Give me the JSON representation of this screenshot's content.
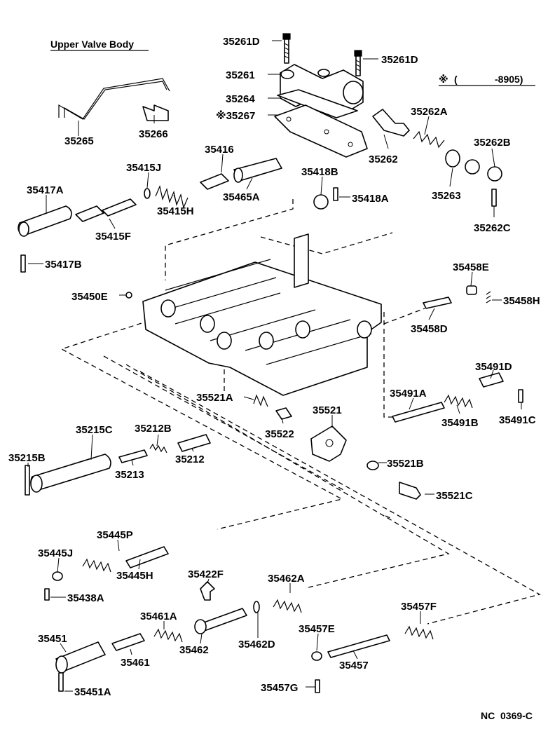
{
  "title": "Upper Valve Body",
  "note": {
    "symbol": "※",
    "open": "(",
    "range": "-8905)"
  },
  "ref_code": "NC  0369-C",
  "labels": {
    "p35261D_a": "35261D",
    "p35261D_b": "35261D",
    "p35261": "35261",
    "p35264": "35264",
    "p35267": "※35267",
    "p35262A": "35262A",
    "p35262": "35262",
    "p35262B": "35262B",
    "p35263": "35263",
    "p35262C": "35262C",
    "p35265": "35265",
    "p35266": "35266",
    "p35416": "35416",
    "p35415J": "35415J",
    "p35417A": "35417A",
    "p35465A": "35465A",
    "p35415H": "35415H",
    "p35415F": "35415F",
    "p35418B": "35418B",
    "p35418A": "35418A",
    "p35417B": "35417B",
    "p35458E": "35458E",
    "p35458H": "35458H",
    "p35450E": "35450E",
    "p35458D": "35458D",
    "p35491D": "35491D",
    "p35521A": "35521A",
    "p35491A": "35491A",
    "p35521": "35521",
    "p35522": "35522",
    "p35491B": "35491B",
    "p35491C": "35491C",
    "p35215C": "35215C",
    "p35212B": "35212B",
    "p35215B": "35215B",
    "p35212": "35212",
    "p35213": "35213",
    "p35521B": "35521B",
    "p35521C": "35521C",
    "p35445P": "35445P",
    "p35445J": "35445J",
    "p35445H": "35445H",
    "p35438A": "35438A",
    "p35422F": "35422F",
    "p35462A": "35462A",
    "p35461A": "35461A",
    "p35451": "35451",
    "p35461": "35461",
    "p35462": "35462",
    "p35462D": "35462D",
    "p35457F": "35457F",
    "p35457E": "35457E",
    "p35457": "35457",
    "p35451A": "35451A",
    "p35457G": "35457G"
  }
}
